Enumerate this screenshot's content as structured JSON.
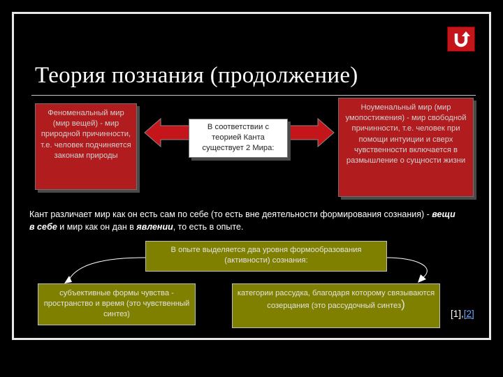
{
  "slide": {
    "title": "Теория познания (продолжение)",
    "return_button_icon": "u-turn-return-icon",
    "boxes": {
      "phenomenal": "Феноменальный мир (мир вещей) - мир природной причинности, т.е. человек подчиняется законам природы",
      "kant_center": "В соответствии с теорией Канта существует 2 Мира:",
      "noumenal": "Ноуменальный мир (мир умопостижения) - мир свободной причинности, т.е. человек при помощи интуиции и сверх чувственности включается в размышление о сущности жизни"
    },
    "note": {
      "part1": "Кант различает мир как он есть сам по себе (то есть вне деятельности формирования сознания) - ",
      "em1": "вещи в себе",
      "part2": " и мир как он дан в ",
      "em2": "явлении",
      "part3": ", то есть в опыте."
    },
    "levels_box": "В опыте выделяется два уровня формообразования (активности) сознания:",
    "left_level": "субъективные формы чувства - пространство и время (это чувственный синтез)",
    "right_level": {
      "text": "категории рассудка, благодаря которому связываются созерцания (это рассудочный синтез",
      "close": ")"
    },
    "refs": {
      "ref1": "[1]",
      "sep": ",",
      "ref2": "[2]"
    }
  },
  "colors": {
    "background": "#000000",
    "accent_red": "#b11c1e",
    "olive": "#808000",
    "arrow_red": "#c4151a",
    "link": "#6fa6ff"
  }
}
